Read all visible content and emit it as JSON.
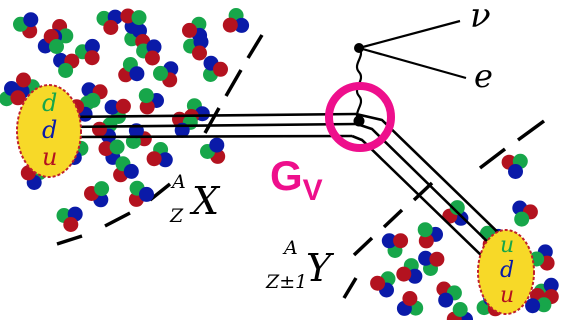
{
  "labels": {
    "nu": "ν",
    "electron": "e",
    "gv_main": "G",
    "gv_sub": "V",
    "parent_pre_A": "A",
    "parent_pre_Z": "Z",
    "parent_symbol": "X",
    "daughter_pre_A": "A",
    "daughter_pre_Z": "Z±1",
    "daughter_symbol": "Y",
    "quark_left_1": "d",
    "quark_left_2": "d",
    "quark_left_3": "u",
    "quark_right_1": "u",
    "quark_right_2": "d",
    "quark_right_3": "u"
  },
  "colors": {
    "red": "#b3121f",
    "green": "#17a64a",
    "blue": "#0a1aa8",
    "yellow": "#f7d928",
    "magenta": "#ee0f8c",
    "line": "#000000"
  }
}
